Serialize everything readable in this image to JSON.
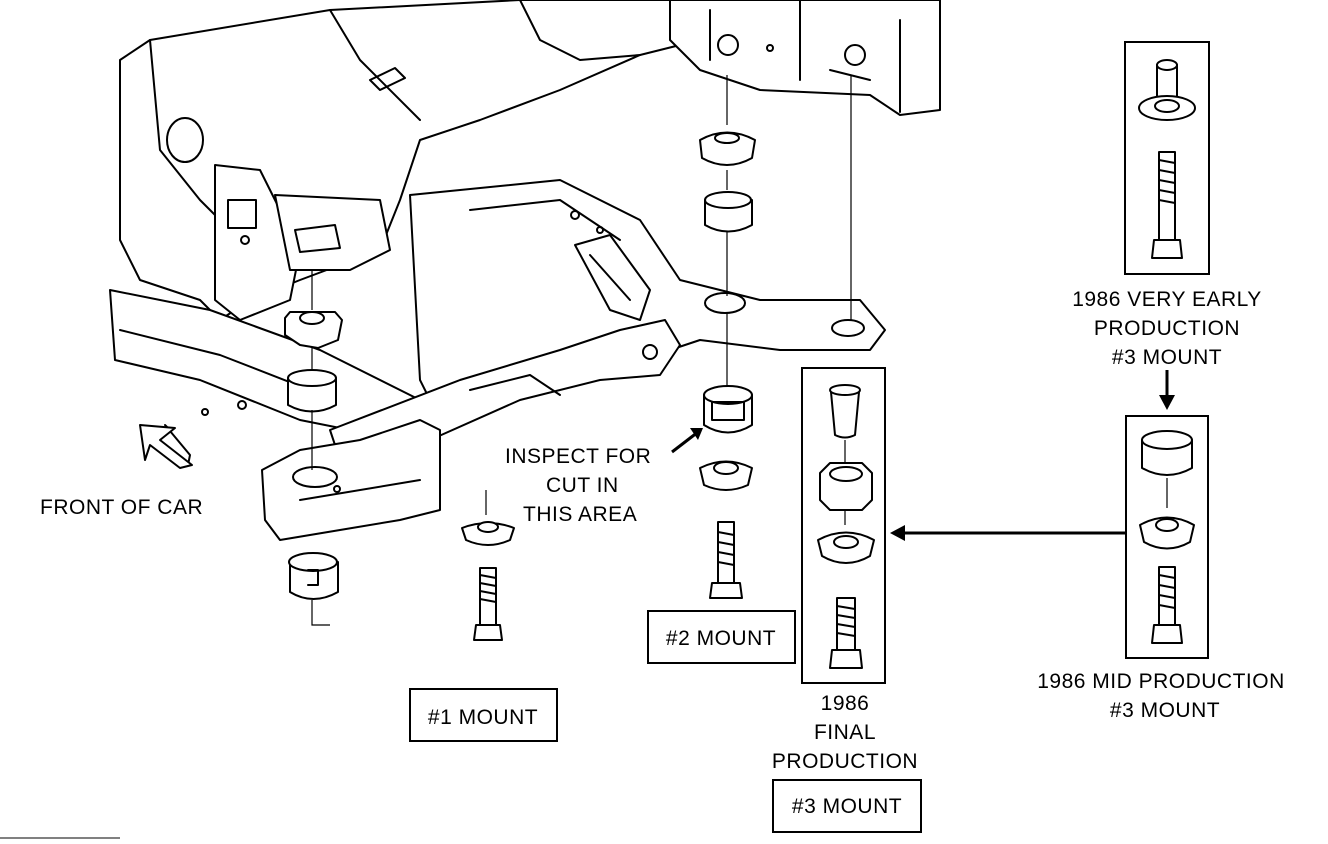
{
  "labels": {
    "front_of_car": "FRONT OF CAR",
    "inspect_line1": "INSPECT FOR",
    "inspect_line2": "CUT IN",
    "inspect_line3": "THIS AREA",
    "mount1": "#1 MOUNT",
    "mount2": "#2 MOUNT",
    "final_line1": "1986",
    "final_line2": "FINAL",
    "final_line3": "PRODUCTION",
    "mount3_final": "#3 MOUNT",
    "early_line1": "1986 VERY EARLY",
    "early_line2": "PRODUCTION",
    "early_line3": "#3 MOUNT",
    "mid_line1": "1986 MID PRODUCTION",
    "mid_line2": "#3 MOUNT"
  }
}
